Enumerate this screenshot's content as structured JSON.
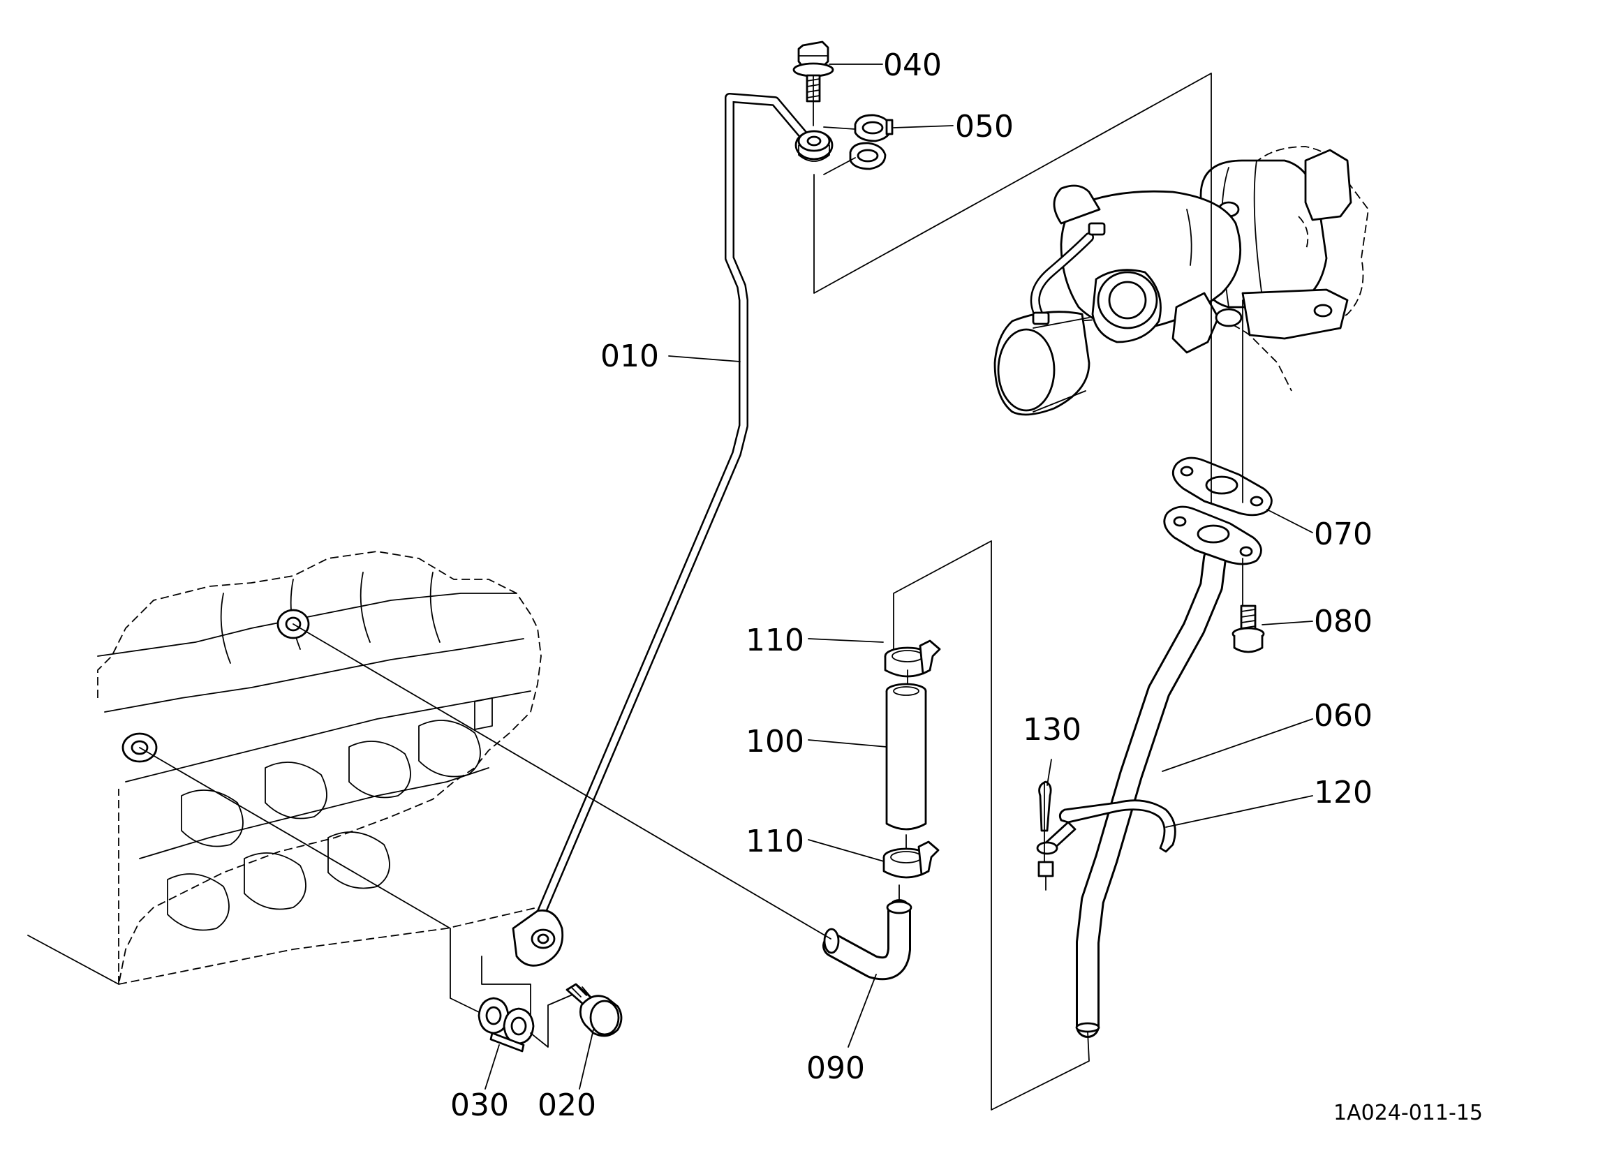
{
  "diagram": {
    "reference_code": "1A024-011-15",
    "parts": [
      {
        "id": "010"
      },
      {
        "id": "020"
      },
      {
        "id": "030"
      },
      {
        "id": "040"
      },
      {
        "id": "050"
      },
      {
        "id": "060"
      },
      {
        "id": "070"
      },
      {
        "id": "080"
      },
      {
        "id": "090"
      },
      {
        "id": "100"
      },
      {
        "id": "110"
      },
      {
        "id": "120"
      },
      {
        "id": "130"
      }
    ]
  }
}
